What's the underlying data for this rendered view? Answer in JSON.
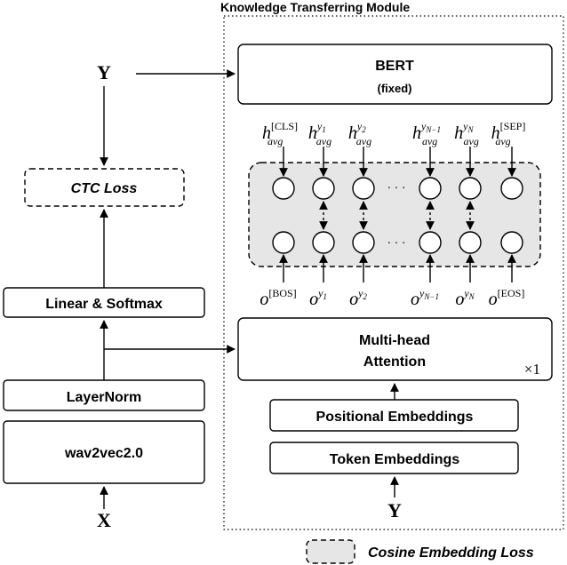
{
  "module_title": "Knowledge Transferring Module",
  "left": {
    "y_label": "Y",
    "ctc_loss": "CTC Loss",
    "linear_softmax": "Linear & Softmax",
    "layernorm": "LayerNorm",
    "wav2vec": "wav2vec2.0",
    "x_label": "X"
  },
  "right": {
    "bert": "BERT",
    "bert_sub": "(fixed)",
    "attn_line1": "Multi-head",
    "attn_line2": "Attention",
    "times": "×1",
    "pos_emb": "Positional Embeddings",
    "tok_emb": "Token Embeddings",
    "y_label": "Y"
  },
  "top_labels": [
    {
      "base": "h",
      "sup": "[CLS]",
      "sub": "avg"
    },
    {
      "base": "h",
      "sup": "y",
      "supsub": "1",
      "sub": "avg"
    },
    {
      "base": "h",
      "sup": "y",
      "supsub": "2",
      "sub": "avg"
    },
    {
      "base": "h",
      "sup": "y",
      "supsub": "N−1",
      "sub": "avg"
    },
    {
      "base": "h",
      "sup": "y",
      "supsub": "N",
      "sub": "avg"
    },
    {
      "base": "h",
      "sup": "[SEP]",
      "sub": "avg"
    }
  ],
  "bottom_labels": [
    {
      "base": "o",
      "sup": "[BOS]"
    },
    {
      "base": "o",
      "sup": "y",
      "supsub": "1"
    },
    {
      "base": "o",
      "sup": "y",
      "supsub": "2"
    },
    {
      "base": "o",
      "sup": "y",
      "supsub": "N−1"
    },
    {
      "base": "o",
      "sup": "y",
      "supsub": "N"
    },
    {
      "base": "o",
      "sup": "[EOS]"
    }
  ],
  "ellipsis": "· · ·",
  "legend": {
    "label": "Cosine Embedding Loss"
  }
}
